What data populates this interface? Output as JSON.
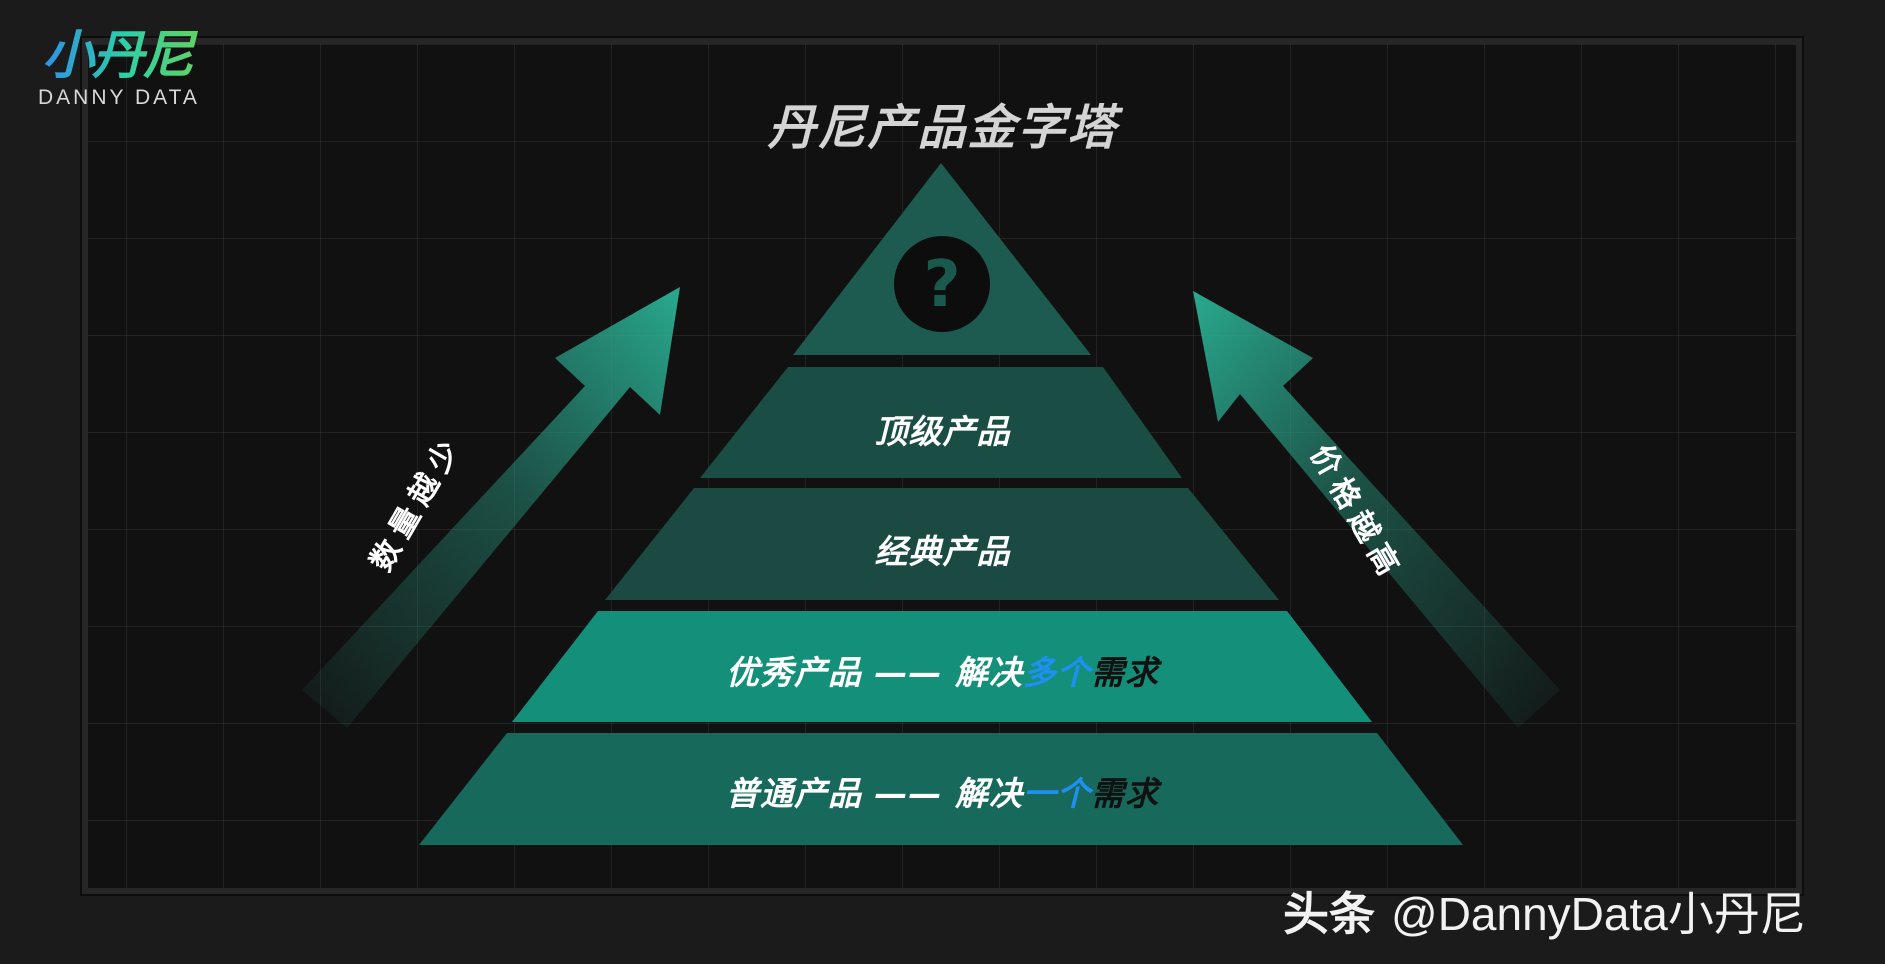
{
  "logo": {
    "mark": "小丹尼",
    "text": "DANNY DATA"
  },
  "title": "丹尼产品金字塔",
  "pyramid": {
    "tiers": [
      {
        "icon": "question-icon"
      },
      {
        "label": "顶级产品"
      },
      {
        "label": "经典产品"
      },
      {
        "label_pre": "优秀产品 —— 解决",
        "label_hl": "多个",
        "label_post": "需求"
      },
      {
        "label_pre": "普通产品 —— 解决",
        "label_hl": "一个",
        "label_post": "需求"
      }
    ]
  },
  "arrows": {
    "left": "数量越少",
    "right": "价格越高"
  },
  "watermark": {
    "brand": "头条",
    "handle": "@DannyData小丹尼"
  },
  "colors": {
    "tier_dark": "#1a5248",
    "tier_bright": "#14907a",
    "arrow": "#2a9e86",
    "highlight_blue": "#1f8ff0"
  }
}
